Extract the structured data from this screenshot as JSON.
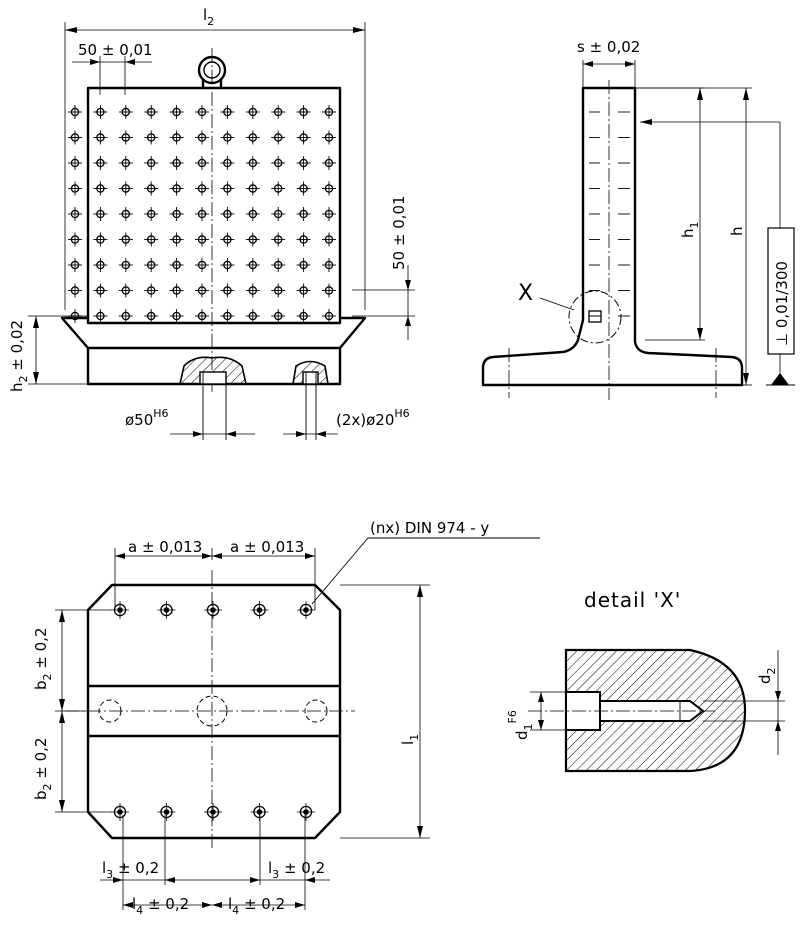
{
  "labels": {
    "l2": "l",
    "l2_sub": "2",
    "grid_pitch_h": "50 ± 0,01",
    "grid_pitch_v": "50 ± 0,01",
    "h2": "h",
    "h2_sub": "2",
    "h2_tol": " ± 0,02",
    "bore_center": "ø50",
    "bore_center_fit": "H6",
    "bore_side": "(2x)ø20",
    "bore_side_fit": "H6",
    "s": "s ± 0,02",
    "h1": "h",
    "h1_sub": "1",
    "h": "h",
    "perpendicularity": "⊥ 0,01/300",
    "x_marker": "X",
    "nx_din": "(nx) DIN 974 - y",
    "a_left": "a ± 0,013",
    "a_right": "a ± 0,013",
    "b2_top": "b",
    "b2_top_sub": "2",
    "b2_top_tol": " ± 0,2",
    "b2_bottom": "b",
    "b2_bottom_sub": "2",
    "b2_bottom_tol": " ± 0,2",
    "l1": "l",
    "l1_sub": "1",
    "l3_left": "l",
    "l3_left_sub": "3",
    "l3_left_tol": " ± 0,2",
    "l3_right": "l",
    "l3_right_sub": "3",
    "l3_right_tol": " ± 0,2",
    "l4_left": "l",
    "l4_left_sub": "4",
    "l4_left_tol": " ± 0,2",
    "l4_right": "l",
    "l4_right_sub": "4",
    "l4_right_tol": " ± 0,2",
    "detail_title": "detail 'X'",
    "d1": "d",
    "d1_sub": "1",
    "d1_fit": "F6",
    "d2": "d",
    "d2_sub": "2"
  },
  "grid": {
    "columns": 11,
    "rows": 9
  },
  "bottom_holes": {
    "per_row": 5
  }
}
